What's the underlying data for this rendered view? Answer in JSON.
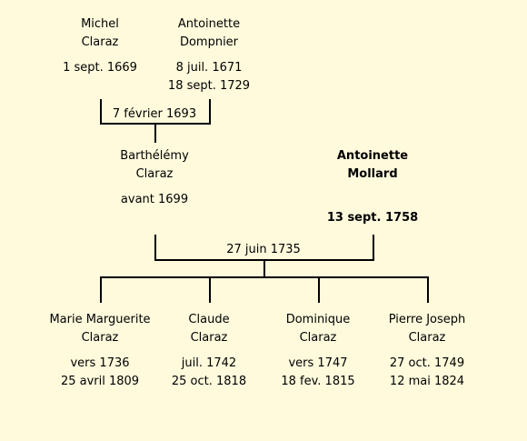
{
  "gen1": {
    "father": {
      "first": "Michel",
      "last": "Claraz",
      "birth": "1 sept. 1669",
      "death": ""
    },
    "mother": {
      "first": "Antoinette",
      "last": "Dompnier",
      "birth": "8 juil. 1671",
      "death": "18 sept. 1729"
    },
    "marriage_date": "7 février 1693"
  },
  "gen2": {
    "father": {
      "first": "Barthélémy",
      "last": "Claraz",
      "birth": "avant 1699",
      "death": ""
    },
    "mother": {
      "first": "Antoinette",
      "last": "Mollard",
      "birth": "13 sept. 1758",
      "death": ""
    },
    "marriage_date": "27 juin 1735"
  },
  "children": [
    {
      "first": "Marie Marguerite",
      "last": "Claraz",
      "birth": "vers 1736",
      "death": "25 avril 1809"
    },
    {
      "first": "Claude",
      "last": "Claraz",
      "birth": "juil. 1742",
      "death": "25 oct. 1818"
    },
    {
      "first": "Dominique",
      "last": "Claraz",
      "birth": "vers 1747",
      "death": "18 fev. 1815"
    },
    {
      "first": "Pierre Joseph",
      "last": "Claraz",
      "birth": "27 oct. 1749",
      "death": "12 mai 1824"
    }
  ]
}
